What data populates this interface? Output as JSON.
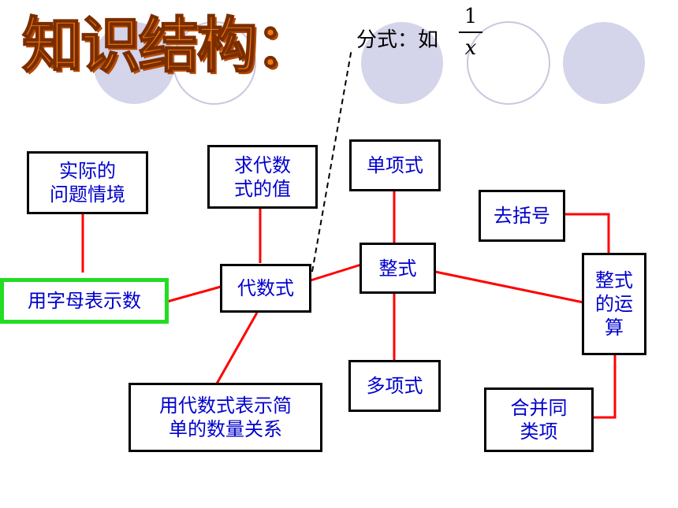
{
  "title": "知识结构：",
  "fraction_note": {
    "label": "分式：如",
    "numerator": "1",
    "denominator": "x"
  },
  "nodes": {
    "context": "实际的\n问题情境",
    "letters": "用字母表示数",
    "evaluate": "求代数\n式的值",
    "algebraic": "代数式",
    "relations": "用代数式表示简\n单的数量关系",
    "monomial": "单项式",
    "integral": "整式",
    "polynomial": "多项式",
    "brackets": "去括号",
    "operations": "整式\n的运\n算",
    "combine": "合并同\n类项"
  },
  "colors": {
    "connector": "#ff0000",
    "dashed": "#000000",
    "text": "#0000cc",
    "highlight": "#22dd22",
    "title": "#f07818",
    "deco_fill": "#d4d4ea",
    "deco_stroke": "#c8c8e0"
  }
}
